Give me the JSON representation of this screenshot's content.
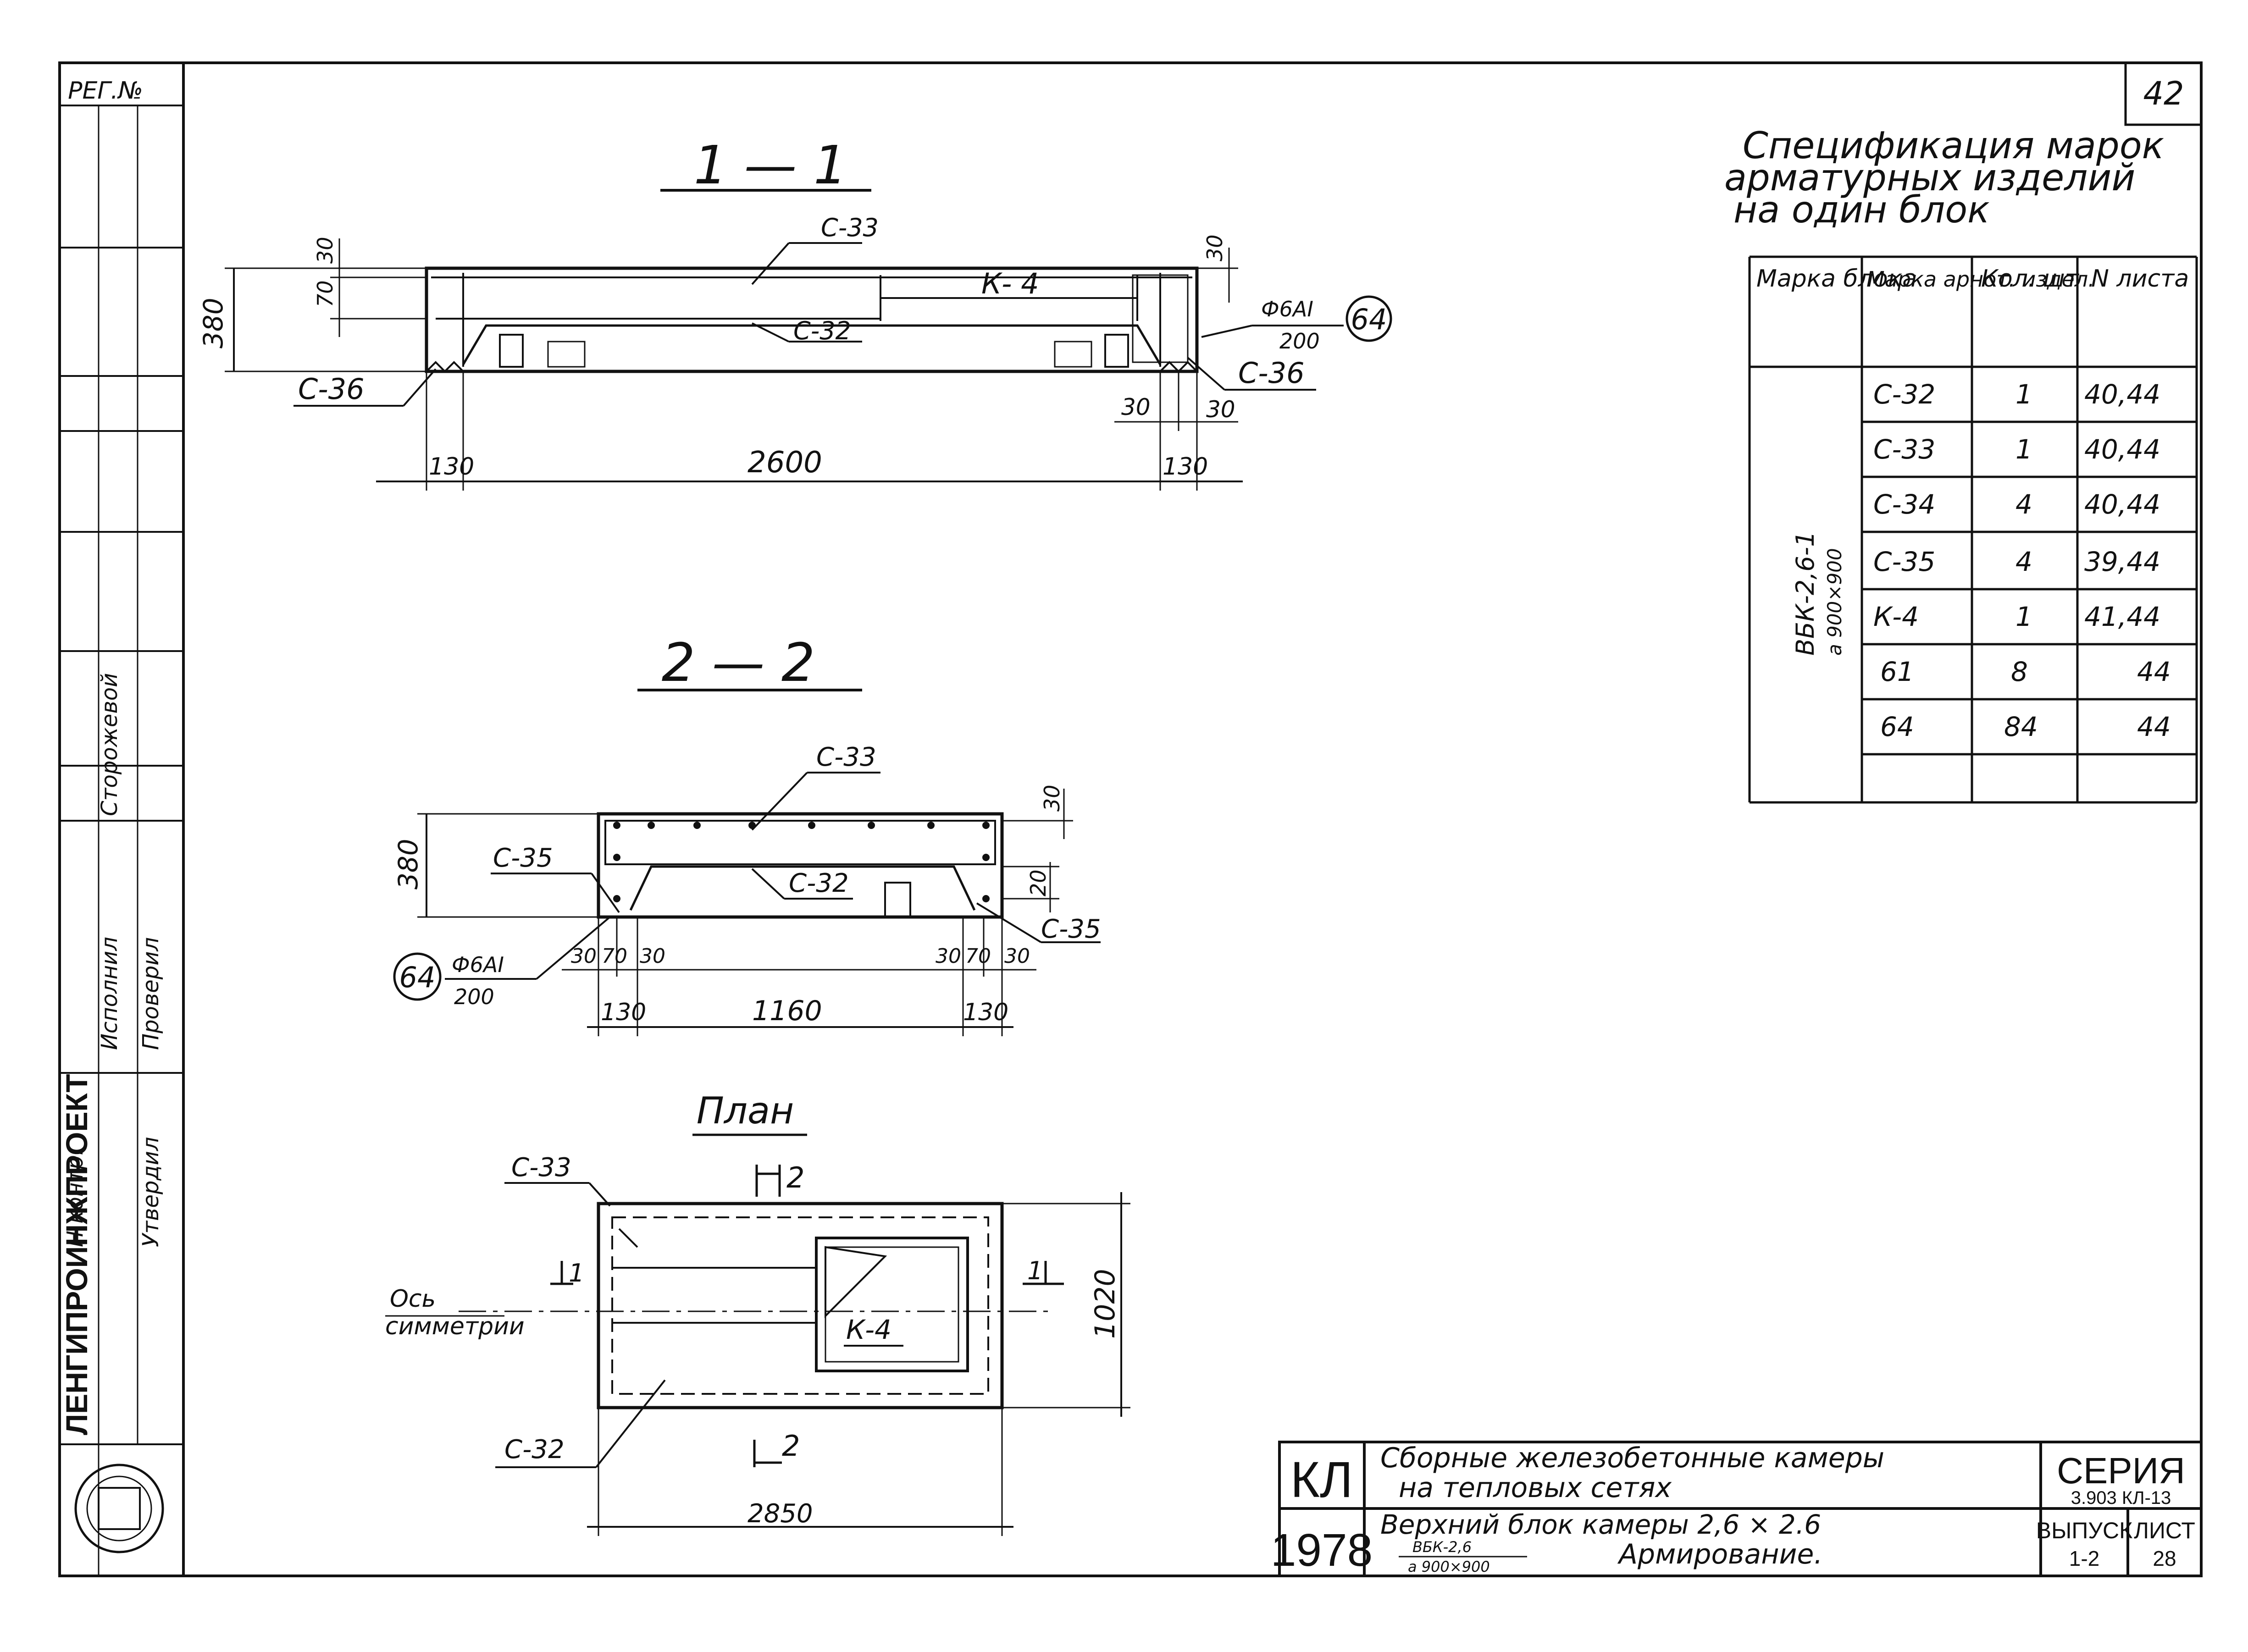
{
  "sheet": {
    "page_number": "42",
    "reg_label": "РЕГ.№",
    "stamp_texts": [
      "Сторожевой",
      "Исполнил",
      "Проверил",
      "Н.контр.",
      "Утвердил"
    ]
  },
  "section_1_1": {
    "title": "1 — 1",
    "labels": {
      "top_bar": "С-33",
      "frame": "К- 4",
      "bottom_bar": "С-32",
      "left_bar": "С-36",
      "right_bar": "С-36",
      "rebar": "Ф6АI",
      "rebar_step": "200",
      "rebar_mark": "64"
    },
    "dims": {
      "height": "380",
      "top_cover": "30",
      "inner": "70",
      "right_top": "30",
      "right_a": "30",
      "right_b": "30",
      "left_edge": "130",
      "length": "2600",
      "right_edge": "130"
    }
  },
  "section_2_2": {
    "title": "2 — 2",
    "labels": {
      "top_bar": "С-33",
      "left_bar": "С-35",
      "bottom_bar": "С-32",
      "right_bar": "С-35",
      "rebar": "Ф6АI",
      "rebar_step": "200",
      "rebar_mark": "64"
    },
    "dims": {
      "height": "380",
      "top_cover": "30",
      "right_inner": "20",
      "bottom_row": [
        "30",
        "70",
        "30",
        "30",
        "70",
        "30"
      ],
      "left_edge": "130",
      "width": "1160",
      "right_edge": "130"
    }
  },
  "plan": {
    "title": "План",
    "labels": {
      "top_bar": "С-33",
      "frame": "К-4",
      "bottom_bar": "С-32",
      "axis": "Ось",
      "axis_2": "симметрии",
      "section_left": "1",
      "section_right": "1",
      "section_top": "2",
      "section_bottom": "2"
    },
    "dims": {
      "length": "2850",
      "width": "1020"
    }
  },
  "spec_table": {
    "title_line1": "Спецификация марок",
    "title_line2": "арматурных изделий",
    "title_line3": "на один блок",
    "headers": [
      "Марка блока",
      "Марка арнот. издел.",
      "Кол. шт",
      "N листа"
    ],
    "block_mark": "ВБК-2,6-1",
    "block_mark_sub": "а 900×900",
    "rows": [
      [
        "С-32",
        "1",
        "40,44"
      ],
      [
        "С-33",
        "1",
        "40,44"
      ],
      [
        "С-34",
        "4",
        "40,44"
      ],
      [
        "С-35",
        "4",
        "39,44"
      ],
      [
        "К-4",
        "1",
        "41,44"
      ],
      [
        "61",
        "8",
        "44"
      ],
      [
        "64",
        "84",
        "44"
      ]
    ]
  },
  "title_block": {
    "org_code": "КЛ",
    "year": "1978",
    "org_name": "ЛЕНГИПРОИНЖПРОЕКТ",
    "desc_line1": "Сборные железобетонные камеры",
    "desc_line2": "на тепловых сетях",
    "desc_line3": "Верхний блок камеры 2,6 × 2.6",
    "desc_sub1": "ВБК-2,6",
    "desc_sub2": "а 900×900",
    "desc_line4": "Армирование.",
    "series_label": "СЕРИЯ",
    "series_value": "3.903 КЛ-13",
    "issue_label": "ВЫПУСК",
    "issue_value": "1-2",
    "sheet_label": "ЛИСТ",
    "sheet_value": "28"
  }
}
